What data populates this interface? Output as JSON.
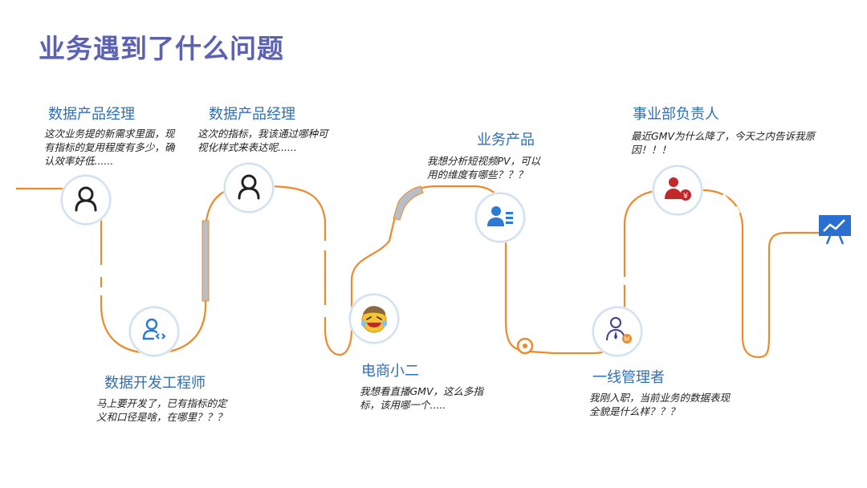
{
  "title": "业务遇到了什么问题",
  "colors": {
    "path": "#ef8a2a",
    "title": "#5b62b4",
    "role": "#2f6fb5",
    "icon_dark": "#222222",
    "icon_blue": "#2b7bd6",
    "icon_red": "#c0282a",
    "bar_gray": "#b9bdc6"
  },
  "stages": [
    {
      "role": "数据产品经理",
      "quote": "这次业务提的新需求里面，现有指标的复用程度有多少，确认效率好低......",
      "icon": "person-outline-icon"
    },
    {
      "role": "数据开发工程师",
      "quote": "马上要开发了，已有指标的定义和口径是啥，在哪里？？？",
      "icon": "developer-code-icon"
    },
    {
      "role": "数据产品经理",
      "quote": "这次的指标，我该通过哪种可视化样式来表达呢......",
      "icon": "person-outline-icon"
    },
    {
      "role": "电商小二",
      "quote": "我想看直播GMV，这么多指标，该用哪一个.....",
      "icon": "laughing-emoji-icon"
    },
    {
      "role": "业务产品",
      "quote": "我想分析短视频PV，可以用的维度有哪些？？？",
      "icon": "user-list-icon"
    },
    {
      "role": "一线管理者",
      "quote": "我刚入职，当前业务的数据表现全貌是什么样？？？",
      "icon": "manager-icon"
    },
    {
      "role": "事业部负责人",
      "quote": "最近GMV为什么降了，今天之内告诉我原因！！！",
      "icon": "boss-yuan-icon"
    }
  ],
  "end_icon": "presentation-chart-icon"
}
